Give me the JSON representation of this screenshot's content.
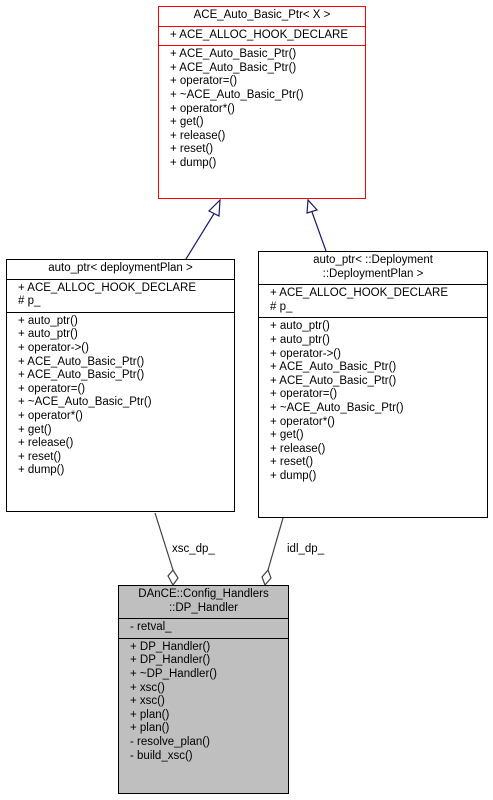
{
  "classes": {
    "ace_base": {
      "title": [
        "ACE_Auto_Basic_Ptr< X >"
      ],
      "attributes": [
        "+ ACE_ALLOC_HOOK_DECLARE"
      ],
      "methods": [
        "+ ACE_Auto_Basic_Ptr()",
        "+ ACE_Auto_Basic_Ptr()",
        "+ operator=()",
        "+ ~ACE_Auto_Basic_Ptr()",
        "+ operator*()",
        "+ get()",
        "+ release()",
        "+ reset()",
        "+ dump()"
      ]
    },
    "auto_ptr_plan": {
      "title": [
        "auto_ptr< deploymentPlan >"
      ],
      "attributes": [
        "+ ACE_ALLOC_HOOK_DECLARE",
        "# p_"
      ],
      "methods": [
        "+ auto_ptr()",
        "+ auto_ptr()",
        "+ operator->()",
        "+ ACE_Auto_Basic_Ptr()",
        "+ ACE_Auto_Basic_Ptr()",
        "+ operator=()",
        "+ ~ACE_Auto_Basic_Ptr()",
        "+ operator*()",
        "+ get()",
        "+ release()",
        "+ reset()",
        "+ dump()"
      ]
    },
    "auto_ptr_deployment": {
      "title": [
        "auto_ptr< ::Deployment",
        "::DeploymentPlan >"
      ],
      "attributes": [
        "+ ACE_ALLOC_HOOK_DECLARE",
        "# p_"
      ],
      "methods": [
        "+ auto_ptr()",
        "+ auto_ptr()",
        "+ operator->()",
        "+ ACE_Auto_Basic_Ptr()",
        "+ ACE_Auto_Basic_Ptr()",
        "+ operator=()",
        "+ ~ACE_Auto_Basic_Ptr()",
        "+ operator*()",
        "+ get()",
        "+ release()",
        "+ reset()",
        "+ dump()"
      ]
    },
    "dp_handler": {
      "title": [
        "DAnCE::Config_Handlers",
        "::DP_Handler"
      ],
      "attributes": [
        "- retval_"
      ],
      "methods": [
        "+ DP_Handler()",
        "+ DP_Handler()",
        "+ ~DP_Handler()",
        "+ xsc()",
        "+ xsc()",
        "+ plan()",
        "+ plan()",
        "- resolve_plan()",
        "- build_xsc()"
      ]
    }
  },
  "edge_labels": {
    "xsc": "xsc_dp_",
    "idl": "idl_dp_"
  },
  "colors": {
    "highlight_border": "#ff0000",
    "selected_fill": "#bfbfbf",
    "inheritance_edge": "#191970",
    "association_edge": "#404040"
  }
}
